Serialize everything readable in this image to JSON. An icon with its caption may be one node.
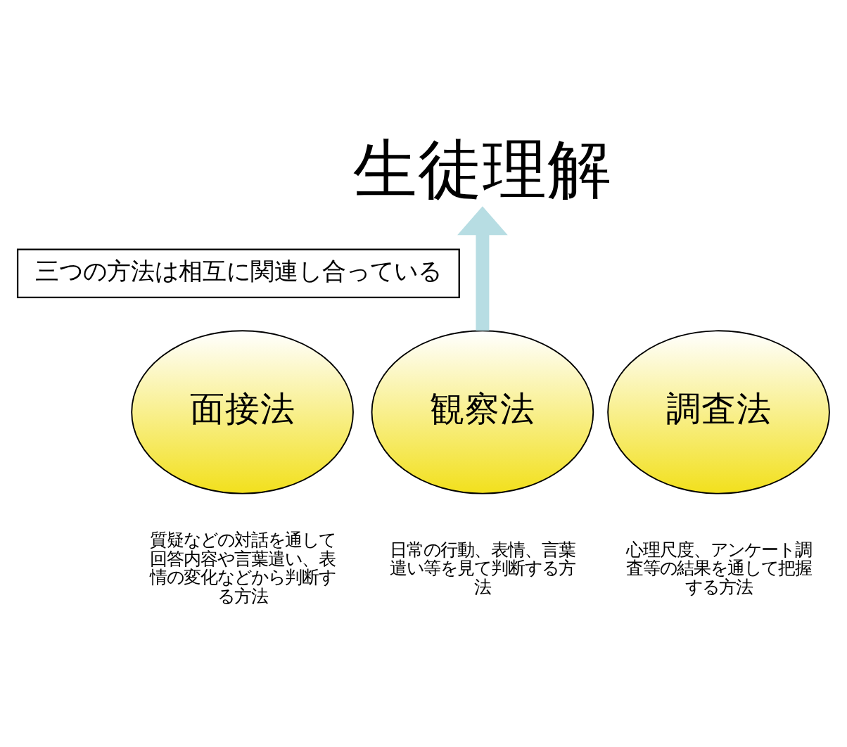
{
  "diagram": {
    "nodes": [
      {
        "text": [
          "生徒理解"
        ]
      },
      {
        "text": [
          "三つの方法は相互に関連し合っている"
        ]
      },
      {
        "text": [
          "面接法"
        ],
        "beside": [
          "質疑などの対話を通して回答内容や言葉遣い、表情の変化などから判断する方法"
        ]
      },
      {
        "text": [
          "観察法"
        ],
        "beside": [
          "日常の行動、表情、言葉遣い等を見て判断する方法"
        ]
      },
      {
        "text": [
          "調査法"
        ],
        "beside": [
          "心理尺度、アンケート調査等の結果を通して把握する方法"
        ]
      }
    ],
    "edges": [
      {
        "from": 3,
        "to": 0,
        "arrow": "to"
      }
    ]
  }
}
